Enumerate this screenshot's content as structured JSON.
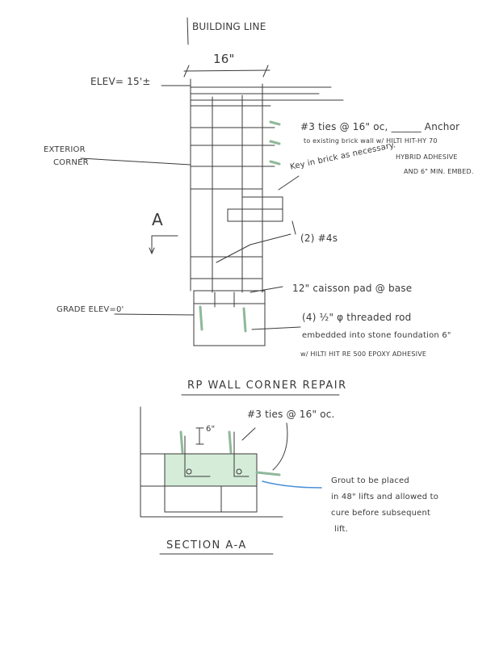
{
  "labels": {
    "building_line": "BUILDING LINE",
    "dimension_top": "16\"",
    "elevation_top": "ELEV= 15'±",
    "exterior_corner_1": "EXTERIOR",
    "exterior_corner_2": "CORNER",
    "ties_note_1": "#3 ties @ 16\" oc, ______ Anchor",
    "ties_note_2": "to existing brick wall w/ HILTI HIT-HY 70",
    "ties_note_3": "HYBRID ADHESIVE",
    "ties_note_4": "AND 6\" MIN. EMBED.",
    "key_note": "Key in brick as necessary.",
    "section_mark": "A",
    "rebar_note": "(2) #4s",
    "caisson_note": "12\" caisson pad @ base",
    "grade_elevation": "GRADE ELEV=0'",
    "rod_note_1": "(4) ½\" φ threaded rod",
    "rod_note_2": "embedded into stone foundation 6\"",
    "rod_note_3": "w/ HILTI HIT RE 500 EPOXY ADHESIVE",
    "elevation_title": "RP WALL CORNER REPAIR",
    "embed_dim": "6\"",
    "ties_section_note": "#3 ties @ 16\" oc.",
    "grout_note_1": "Grout to be placed",
    "grout_note_2": "in 48\" lifts and allowed to",
    "grout_note_3": "cure     before subsequent",
    "grout_note_4": "lift.",
    "section_title": "SECTION A-A"
  },
  "colors": {
    "pencil": "#3a3a3a",
    "rebar_green": "#8fb89a",
    "grout_blue": "#4a8fd6"
  }
}
